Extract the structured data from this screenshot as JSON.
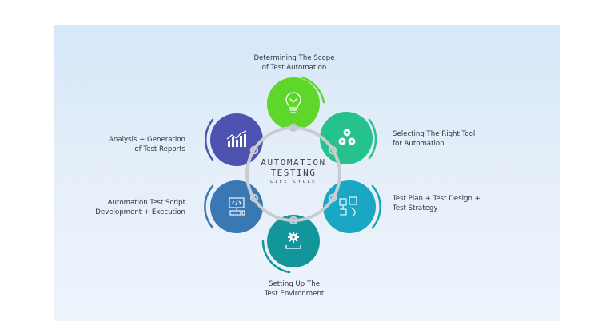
{
  "diagram": {
    "center": {
      "line1": "AUTOMATION",
      "line2": "TESTING",
      "line3": "LIFE CYCLE"
    },
    "stages": [
      {
        "id": "scope",
        "position": "top",
        "icon": "lightbulb-icon",
        "color": "#5ed62a",
        "label_line1": "Determining The Scope",
        "label_line2": "of Test Automation"
      },
      {
        "id": "tool",
        "position": "upper-right",
        "icon": "cogs-triangle-icon",
        "color": "#26c28e",
        "label_line1": "Selecting The Right Tool",
        "label_line2": "for Automation"
      },
      {
        "id": "plan",
        "position": "lower-right",
        "icon": "planning-board-icon",
        "color": "#1aa7c4",
        "label_line1": "Test Plan + Test Design +",
        "label_line2": "Test Strategy"
      },
      {
        "id": "environment",
        "position": "bottom",
        "icon": "gear-tray-icon",
        "color": "#13969a",
        "label_line1": "Setting Up The",
        "label_line2": "Test Environment"
      },
      {
        "id": "script",
        "position": "lower-left",
        "icon": "code-monitor-icon",
        "color": "#3a78b3",
        "label_line1": "Automation Test Script",
        "label_line2": "Development + Execution"
      },
      {
        "id": "reports",
        "position": "upper-left",
        "icon": "bar-chart-icon",
        "color": "#4e52b0",
        "label_line1": "Analysis + Generation",
        "label_line2": "of Test Reports"
      }
    ],
    "ring_color": "#c9cdd3",
    "panel_color": "#dbe9f8"
  }
}
